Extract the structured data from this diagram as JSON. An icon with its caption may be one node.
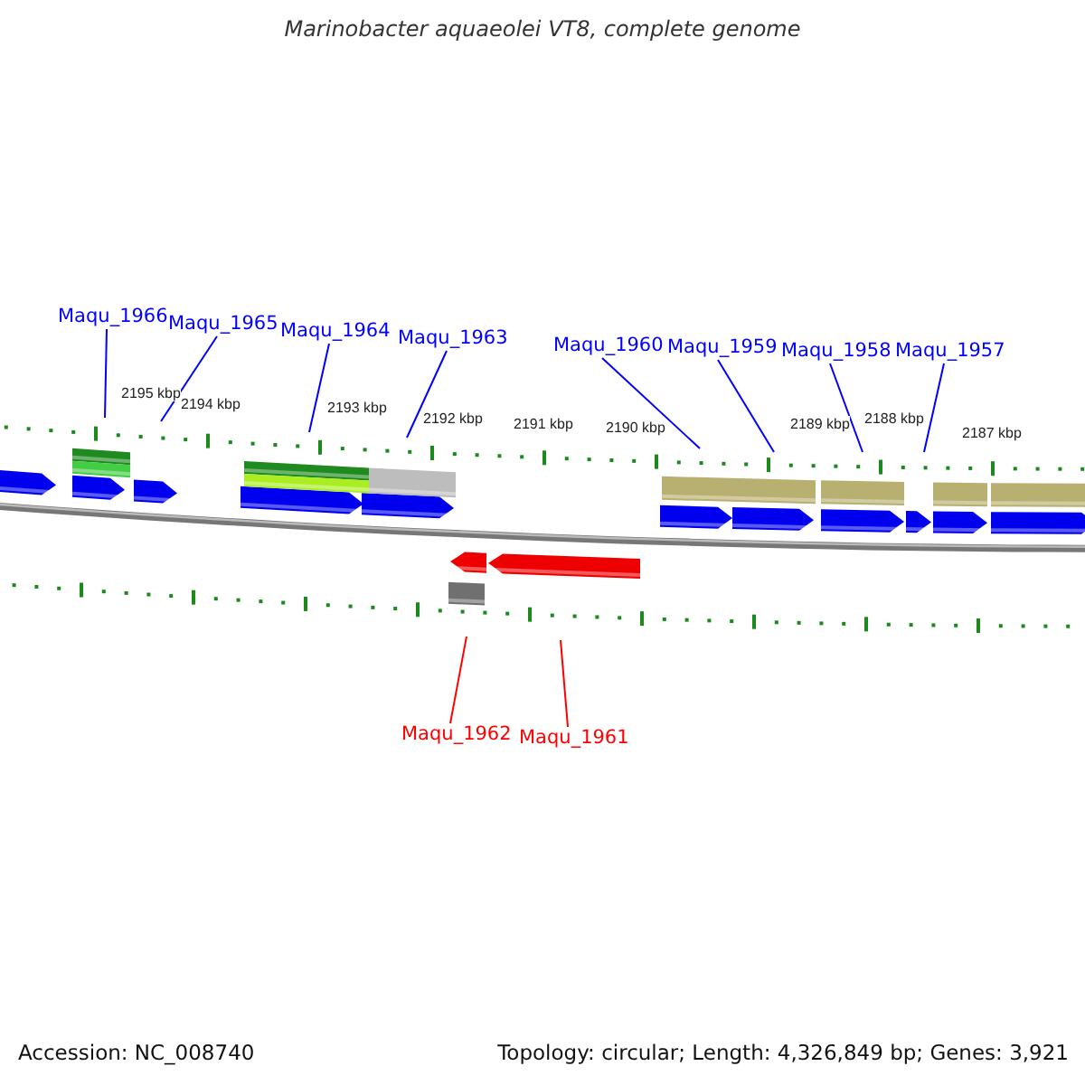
{
  "diagram": {
    "title": "Marinobacter aquaeolei VT8, complete genome",
    "nodes": [
      {
        "text": [
          "Maqu_1966"
        ]
      },
      {
        "text": [
          "Maqu_1965"
        ]
      },
      {
        "text": [
          "Maqu_1964"
        ]
      },
      {
        "text": [
          "Maqu_1963"
        ]
      },
      {
        "text": [
          "Maqu_1960"
        ]
      },
      {
        "text": [
          "Maqu_1959"
        ]
      },
      {
        "text": [
          "Maqu_1958"
        ]
      },
      {
        "text": [
          "Maqu_1957"
        ]
      },
      {
        "text": [
          "Maqu_1962"
        ]
      },
      {
        "text": [
          "Maqu_1961"
        ]
      }
    ],
    "edges": [
      {
        "from": 0,
        "to": null,
        "arrow": "none"
      },
      {
        "from": 1,
        "to": null,
        "arrow": "none"
      },
      {
        "from": 2,
        "to": null,
        "arrow": "none"
      },
      {
        "from": 3,
        "to": null,
        "arrow": "none"
      },
      {
        "from": 4,
        "to": null,
        "arrow": "none"
      },
      {
        "from": 5,
        "to": null,
        "arrow": "none"
      },
      {
        "from": 6,
        "to": null,
        "arrow": "none"
      },
      {
        "from": 7,
        "to": null,
        "arrow": "none"
      },
      {
        "from": 8,
        "to": null,
        "arrow": "none",
        "color": "#ff0000"
      },
      {
        "from": 9,
        "to": null,
        "arrow": "none",
        "color": "#ff0000"
      }
    ],
    "labels": [
      "2195 kbp",
      "2194 kbp",
      "2193 kbp",
      "2192 kbp",
      "2191 kbp",
      "2190 kbp",
      "2189 kbp",
      "2188 kbp",
      "2187 kbp",
      "Accession: NC_008740",
      "Topology: circular; Length: 4,326,849 bp; Genes: 3,921"
    ]
  }
}
